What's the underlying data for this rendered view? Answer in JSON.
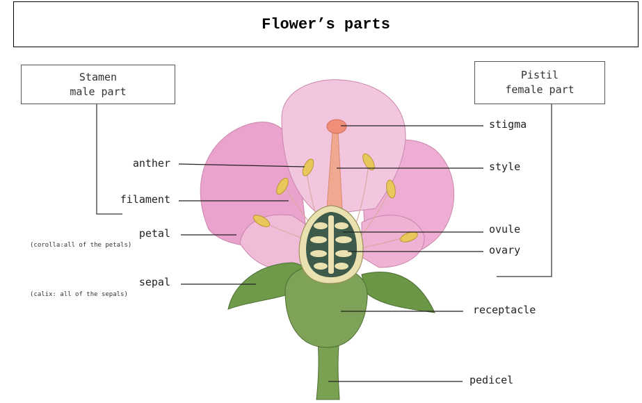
{
  "title": "Flower’s parts",
  "groups": {
    "stamen": {
      "line1": "Stamen",
      "line2": "male part"
    },
    "pistil": {
      "line1": "Pistil",
      "line2": "female part"
    }
  },
  "labels": {
    "anther": "anther",
    "filament": "filament",
    "petal": "petal",
    "petal_note": "(corolla:all of the petals)",
    "sepal": "sepal",
    "sepal_note": "(calix: all of the sepals)",
    "stigma": "stigma",
    "style": "style",
    "ovule": "ovule",
    "ovary": "ovary",
    "receptacle": "receptacle",
    "pedicel": "pedicel"
  },
  "colors": {
    "petal": "#eeb0d2",
    "petal_light": "#f6d6e6",
    "sepal": "#6e9a4a",
    "receptacle": "#7ea358",
    "ovary": "#e9e2b0",
    "ovary_inner": "#3e5a4a",
    "anther": "#e8c85a",
    "style": "#f0a890"
  }
}
